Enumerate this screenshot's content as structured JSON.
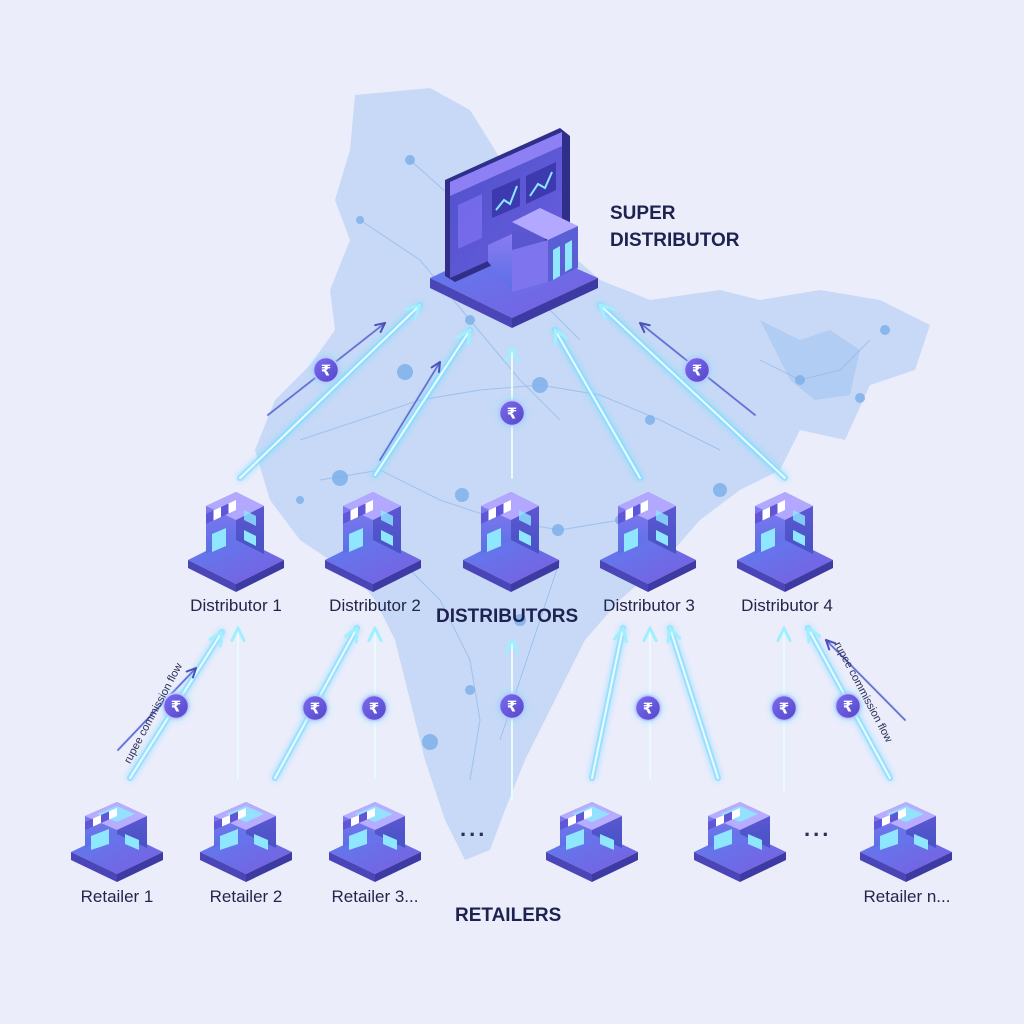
{
  "super_distributor": {
    "title_line1": "SUPER",
    "title_line2": "DISTRIBUTOR"
  },
  "distributors": {
    "title": "DISTRIBUTORS",
    "items": [
      {
        "label": "Distributor 1"
      },
      {
        "label": "Distributor 2"
      },
      {
        "label": ""
      },
      {
        "label": "Distributor 3"
      },
      {
        "label": "Distributor 4"
      }
    ]
  },
  "retailers": {
    "title": "RETAILERS",
    "items": [
      {
        "label": "Retailer 1"
      },
      {
        "label": "Retailer 2"
      },
      {
        "label": "Retailer 3..."
      },
      {
        "label": ""
      },
      {
        "label": ""
      },
      {
        "label": "Retailer n..."
      }
    ],
    "ellipsis": "..."
  },
  "flow_label": "rupee commission flow",
  "currency_symbol": "₹",
  "icons": [
    "dashboard-building-icon",
    "storefront-icon",
    "rupee-coin-icon",
    "india-map-icon"
  ],
  "colors": {
    "background": "#ecedfb",
    "map": "#a9c9f2",
    "arrow_glow": "#7fdcff",
    "node_purple": "#6f5de0",
    "node_blue": "#5b8ef0",
    "coin": "#6a5ce8",
    "text": "#1e2250"
  }
}
